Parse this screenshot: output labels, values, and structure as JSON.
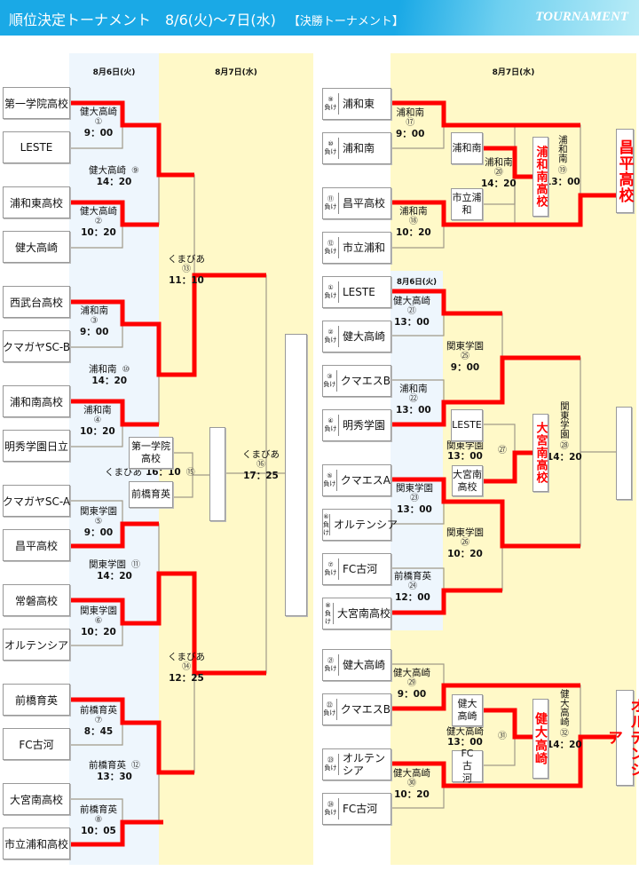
{
  "header": {
    "title": "順位決定トーナメント　8/6(火)〜7日(水)",
    "subtitle": "【決勝トーナメント】",
    "english": "TOURNAMENT"
  },
  "dates": {
    "day1": "8月6日(火)",
    "day2": "8月7日(水)"
  },
  "colors": {
    "winner_line": "#ff0000",
    "bracket_line": "#a09a88",
    "day1_band": "#eef6fd",
    "day2_band": "#fff9c8",
    "header": "#1aa9e6"
  },
  "left": {
    "teams": [
      "第一学院高校",
      "LESTE",
      "浦和東高校",
      "健大高崎",
      "西武台高校",
      "クマガヤSC-B",
      "浦和南高校",
      "明秀学園日立",
      "クマガヤSC-A",
      "昌平高校",
      "常磐高校",
      "オルテンシア",
      "前橋育英",
      "FC古河",
      "大宮南高校",
      "市立浦和高校"
    ],
    "matches": [
      {
        "venue": "健大高崎",
        "no": "①",
        "time": "9：00"
      },
      {
        "venue": "健大高崎",
        "no": "②",
        "time": "10：20"
      },
      {
        "venue": "浦和南",
        "no": "③",
        "time": "9：00"
      },
      {
        "venue": "浦和南",
        "no": "④",
        "time": "10：20"
      },
      {
        "venue": "関東学園",
        "no": "⑤",
        "time": "9：00"
      },
      {
        "venue": "関東学園",
        "no": "⑥",
        "time": "10：20"
      },
      {
        "venue": "前橋育英",
        "no": "⑦",
        "time": "8：45"
      },
      {
        "venue": "前橋育英",
        "no": "⑧",
        "time": "10：05"
      },
      {
        "venue": "健大高崎",
        "no": "⑨",
        "time": "14：20"
      },
      {
        "venue": "浦和南",
        "no": "⑩",
        "time": "14：20"
      },
      {
        "venue": "関東学園",
        "no": "⑪",
        "time": "14：20"
      },
      {
        "venue": "前橋育英",
        "no": "⑫",
        "time": "13：30"
      },
      {
        "venue": "くまびあ",
        "no": "⑬",
        "time": "11：10"
      },
      {
        "venue": "くまびあ",
        "no": "⑭",
        "time": "12：25"
      },
      {
        "venue": "くまびあ",
        "no": "⑮",
        "time": "16：10"
      },
      {
        "venue": "くまびあ",
        "no": "⑯",
        "time": "17：25"
      }
    ],
    "third_place": [
      "第一学院高校",
      "前橋育英"
    ],
    "third_place_label1": "第一学院",
    "third_place_label2": "高校"
  },
  "right_top": {
    "teams": [
      {
        "tag": "⑨",
        "name": "浦和東"
      },
      {
        "tag": "⑩",
        "name": "浦和南"
      },
      {
        "tag": "⑪",
        "name": "昌平高校"
      },
      {
        "tag": "⑫",
        "name": "市立浦和"
      }
    ],
    "loss_label": "負け",
    "matches": [
      {
        "venue": "浦和南",
        "no": "⑰",
        "time": "9：00"
      },
      {
        "venue": "浦和南",
        "no": "⑱",
        "time": "10：20"
      },
      {
        "venue": "浦和南",
        "no": "⑳",
        "time": "14：20"
      },
      {
        "venue": "浦和南",
        "no": "⑲",
        "time": "13：00"
      }
    ],
    "consolation": [
      "浦和南",
      "市立浦和"
    ],
    "semi_winner": "浦和南高校",
    "champion": "昌平高校"
  },
  "right_mid": {
    "teams": [
      {
        "tag": "①",
        "name": "LESTE"
      },
      {
        "tag": "②",
        "name": "健大高崎"
      },
      {
        "tag": "③",
        "name": "クマエスB"
      },
      {
        "tag": "④",
        "name": "明秀学園"
      },
      {
        "tag": "⑤",
        "name": "クマエスA"
      },
      {
        "tag": "⑥",
        "name": "オルテンシア"
      },
      {
        "tag": "⑦",
        "name": "FC古河"
      },
      {
        "tag": "⑧",
        "name": "大宮南高校"
      }
    ],
    "matches": [
      {
        "venue": "健大高崎",
        "no": "㉑",
        "time": "13：00"
      },
      {
        "venue": "浦和南",
        "no": "㉒",
        "time": "13：00"
      },
      {
        "venue": "関東学園",
        "no": "㉓",
        "time": "13：00"
      },
      {
        "venue": "前橋育英",
        "no": "㉔",
        "time": "12：00"
      },
      {
        "venue": "関東学園",
        "no": "㉕",
        "time": "9：00"
      },
      {
        "venue": "関東学園",
        "no": "㉖",
        "time": "10：20"
      },
      {
        "venue": "関東学園",
        "no": "㉗",
        "time": "13：00"
      },
      {
        "venue": "関東学園",
        "no": "㉘",
        "time": "14：20"
      }
    ],
    "consolation": [
      "LESTE",
      "大宮南高校"
    ],
    "consolation_label1": "大宮南",
    "consolation_label2": "高校",
    "semi_winner": "大宮南高校"
  },
  "right_bot": {
    "teams": [
      {
        "tag": "㉑",
        "name": "健大高崎"
      },
      {
        "tag": "㉒",
        "name": "クマエスB"
      },
      {
        "tag": "㉓",
        "name": "オルテンシア"
      },
      {
        "tag": "㉔",
        "name": "FC古河"
      }
    ],
    "matches": [
      {
        "venue": "健大高崎",
        "no": "㉙",
        "time": "9：00"
      },
      {
        "venue": "健大高崎",
        "no": "㉚",
        "time": "10：20"
      },
      {
        "venue": "健大高崎",
        "no": "㉛",
        "time": "13：00"
      },
      {
        "venue": "健大高崎",
        "no": "㉜",
        "time": "14：20"
      }
    ],
    "consolation": [
      "健大高崎",
      "FC古河"
    ],
    "semi_winner": "健大高崎",
    "champion": "オルテンシア"
  }
}
